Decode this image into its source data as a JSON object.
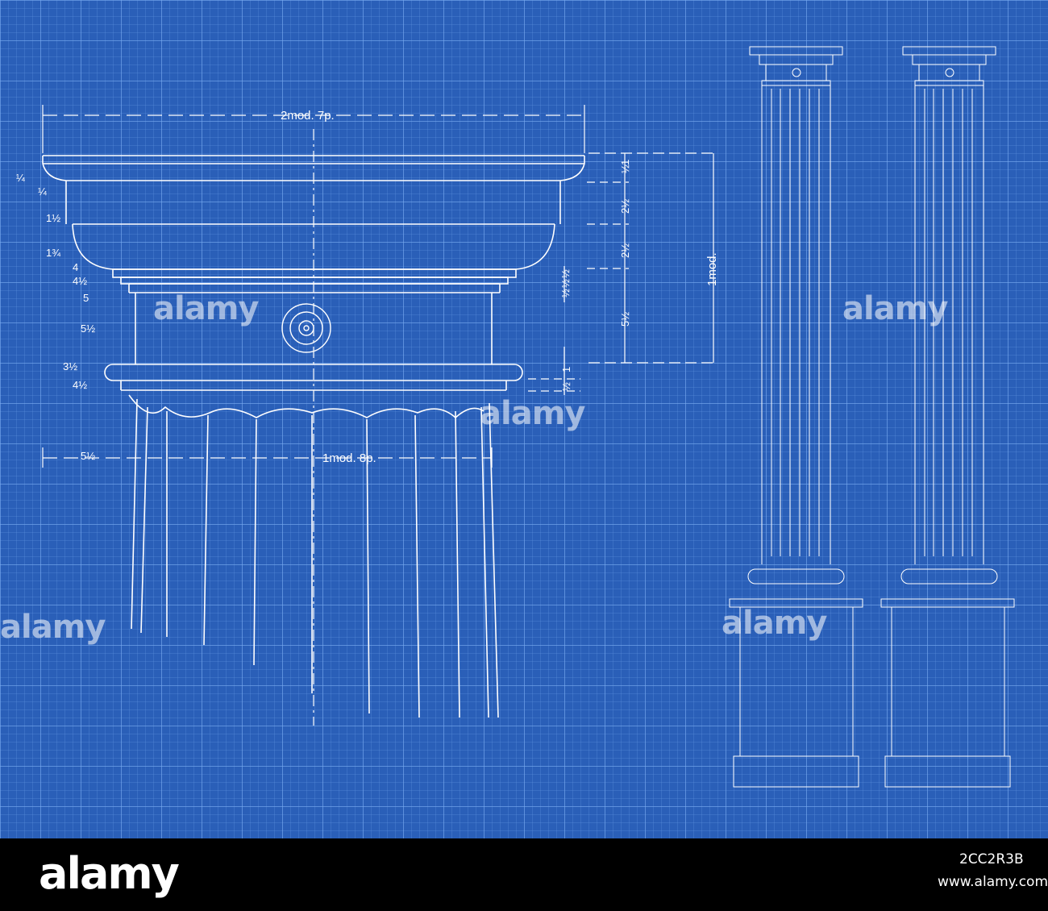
{
  "drawing": {
    "title_overall_width": "2mod. 7p.",
    "width_lower": "1mod. 8p.",
    "height_total": "1mod.",
    "left_dims": [
      "¼",
      "¼",
      "1½",
      "1¾",
      "4",
      "4½",
      "5",
      "5½",
      "3½",
      "4½",
      "5½"
    ],
    "right_dims": [
      "1",
      "½",
      "2½",
      "2½",
      "5½",
      "1",
      "½"
    ],
    "small_stack": [
      "½",
      "½",
      "½"
    ]
  },
  "watermark": {
    "text": "alamy"
  },
  "footer": {
    "logo": "alamy",
    "image_id": "2CC2R3B",
    "url": "www.alamy.com"
  },
  "colors": {
    "background": "#2a5fb8",
    "line": "#ffffff",
    "footer": "#000000"
  }
}
